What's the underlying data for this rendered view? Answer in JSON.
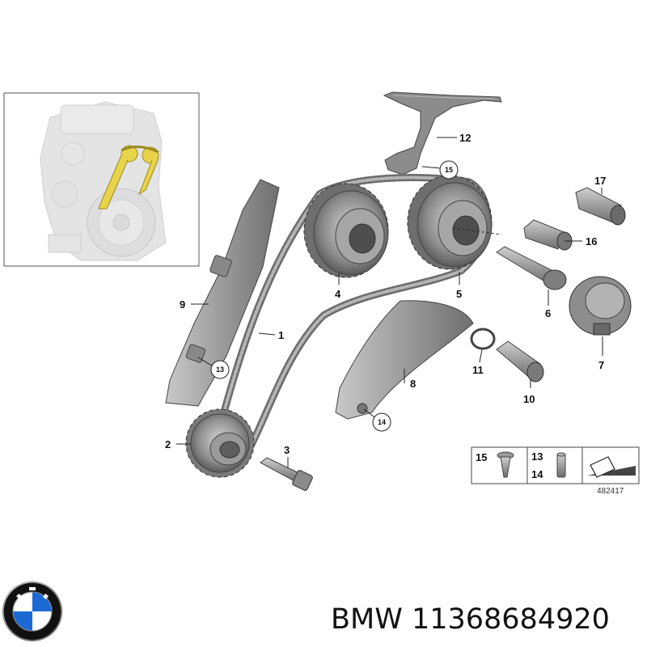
{
  "callouts": {
    "c1": "1",
    "c2": "2",
    "c3": "3",
    "c4": "4",
    "c5": "5",
    "c6": "6",
    "c7": "7",
    "c8": "8",
    "c9": "9",
    "c10": "10",
    "c11": "11",
    "c12": "12",
    "c13": "13",
    "c14": "14",
    "c15": "15",
    "c16": "16",
    "c17": "17"
  },
  "legend": {
    "screw": "15",
    "pin_a": "13",
    "pin_b": "14"
  },
  "drawing_number": "482417",
  "caption": "BMW 11368684920",
  "colors": {
    "highlight": "#e8d44a",
    "part_gray": "#9a9a9a",
    "chain": "#6c6c6c"
  },
  "icons": [
    "bmw-logo-icon",
    "screw-icon",
    "pin-icon",
    "lubricant-wedge-icon"
  ]
}
